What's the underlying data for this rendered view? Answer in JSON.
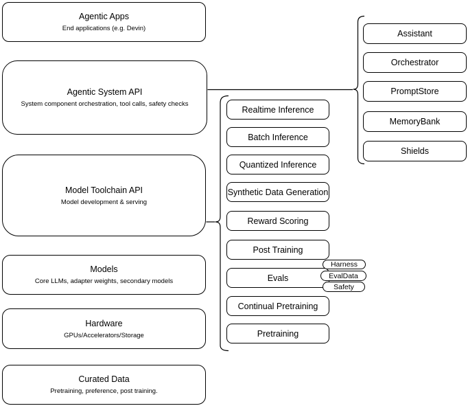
{
  "diagram": {
    "left": [
      {
        "title": "Agentic Apps",
        "subtitle": "End applications (e.g. Devin)"
      },
      {
        "title": "Agentic System API",
        "subtitle": "System component orchestration, tool calls, safety checks"
      },
      {
        "title": "Model Toolchain API",
        "subtitle": "Model development & serving"
      },
      {
        "title": "Models",
        "subtitle": "Core LLMs, adapter weights, secondary models"
      },
      {
        "title": "Hardware",
        "subtitle": "GPUs/Accelerators/Storage"
      },
      {
        "title": "Curated Data",
        "subtitle": "Pretraining, preference, post training."
      }
    ],
    "toolchain": {
      "items": [
        "Realtime Inference",
        "Batch Inference",
        "Quantized Inference",
        "Synthetic Data Generation",
        "Reward Scoring",
        "Post Training",
        "Evals",
        "Continual Pretraining",
        "Pretraining"
      ],
      "tags": [
        "Harness",
        "EvalData",
        "Safety"
      ]
    },
    "components": [
      "Assistant",
      "Orchestrator",
      "PromptStore",
      "MemoryBank",
      "Shields"
    ],
    "colors": {
      "stroke": "#000000",
      "fill": "#ffffff",
      "text": "#000000"
    }
  }
}
